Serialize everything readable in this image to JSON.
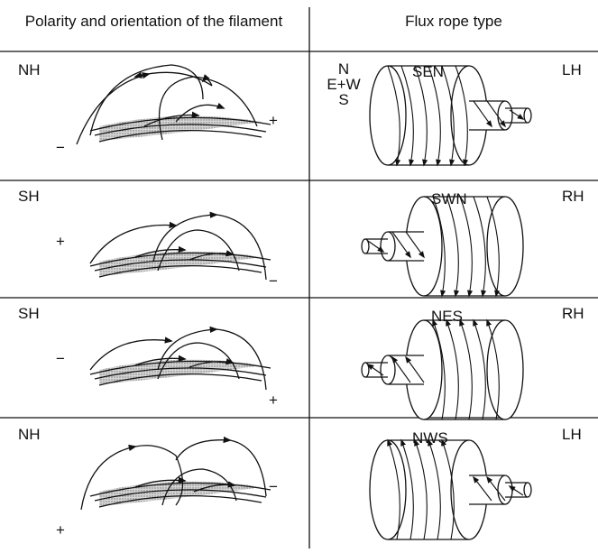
{
  "header": {
    "left": "Polarity and orientation of the filament",
    "right": "Flux rope type"
  },
  "compass": {
    "n": "N",
    "ew": "E+W",
    "s": "S"
  },
  "rows": [
    {
      "hemisphere": "NH",
      "plus": "+",
      "minus": "−",
      "rope": "SEN",
      "handedness": "LH"
    },
    {
      "hemisphere": "SH",
      "plus": "+",
      "minus": "−",
      "rope": "SWN",
      "handedness": "RH"
    },
    {
      "hemisphere": "SH",
      "plus": "+",
      "minus": "−",
      "rope": "NES",
      "handedness": "RH"
    },
    {
      "hemisphere": "NH",
      "plus": "+",
      "minus": "−",
      "rope": "NWS",
      "handedness": "LH"
    }
  ],
  "colors": {
    "ink": "#111111",
    "filament": "#bdbdbd"
  }
}
